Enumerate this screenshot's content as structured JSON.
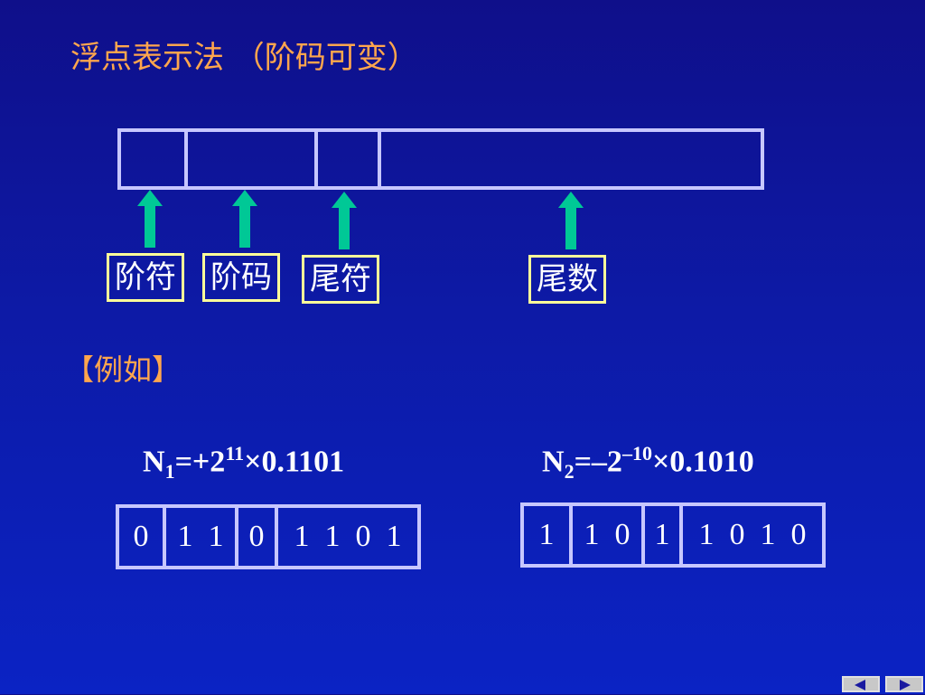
{
  "slide": {
    "title": "浮点表示法 （阶码可变）",
    "example_label": "【例如】"
  },
  "format_fields": [
    {
      "label": "阶符"
    },
    {
      "label": "阶码"
    },
    {
      "label": "尾符"
    },
    {
      "label": "尾数"
    }
  ],
  "examples": [
    {
      "lhs": "N",
      "lhs_sub": "1",
      "eq": "=+2",
      "exp": "11",
      "rest": "×0.1101",
      "cells": [
        "0",
        "1  1",
        "0",
        "1  1  0  1"
      ]
    },
    {
      "lhs": "N",
      "lhs_sub": "2",
      "eq": "=–2",
      "exp": "–10",
      "rest": "×0.1010",
      "cells": [
        "1",
        "1  0",
        "1",
        "1  0  1  0"
      ]
    }
  ],
  "colors": {
    "title": "#ffa64d",
    "arrow": "#00c896",
    "frame": "#c7c7ff",
    "label_border": "#ffff99"
  },
  "icons": {
    "prev": "left-triangle-icon",
    "next": "right-triangle-icon"
  }
}
